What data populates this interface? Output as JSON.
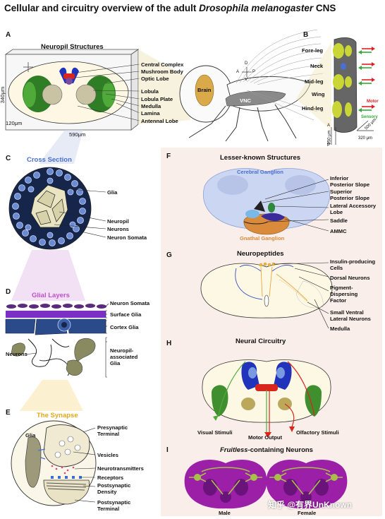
{
  "title_pre": "Cellular and circuitry overview of the adult ",
  "title_species": "Drosophila melanogaster",
  "title_post": " CNS",
  "panels": {
    "A": {
      "letter": "A",
      "heading": "Neuropil Structures",
      "labels": [
        "Central Complex",
        "Mushroom Body",
        "Optic Lobe",
        "Lobula",
        "Lobula Plate",
        "Medulla",
        "Lamina",
        "Antennal Lobe"
      ],
      "dim_height": "340μm",
      "dim_width": "590μm",
      "dim_depth": "120μm",
      "body_labels": {
        "brain": "Brain",
        "vnc": "VNC"
      },
      "axis": {
        "d": "D",
        "v": "V",
        "a": "A",
        "p": "P"
      }
    },
    "B": {
      "letter": "B",
      "labels": [
        "Fore-leg",
        "Neck",
        "Mid-leg",
        "Wing",
        "Hind-leg"
      ],
      "legend": {
        "motor": "Motor",
        "sensory": "Sensory"
      },
      "dims": [
        "950 μm",
        "500 μm",
        "320 μm"
      ],
      "axis": {
        "a": "A",
        "p": "P"
      }
    },
    "C": {
      "letter": "C",
      "heading": "Cross Section",
      "labels": [
        "Glia",
        "Neuropil",
        "Neurons",
        "Neuron Somata"
      ]
    },
    "D": {
      "letter": "D",
      "heading": "Glial Layers",
      "labels": [
        "Neuron Somata",
        "Surface Glia",
        "Cortex Glia",
        "Neurons",
        "Neuropil-associated Glia"
      ]
    },
    "E": {
      "letter": "E",
      "heading": "The Synapse",
      "glia": "Glia",
      "labels": [
        "Presynaptic Terminal",
        "Vesicles",
        "Neurotransmitters",
        "Receptors",
        "Postsynaptic Density",
        "Postsynaptic Terminal"
      ]
    },
    "F": {
      "letter": "F",
      "heading": "Lesser-known Structures",
      "cerebral": "Cerebral Ganglion",
      "gnathal": "Gnathal Ganglion",
      "labels": [
        "Inferior Posterior Slope",
        "Superior Posterior Slope",
        "Lateral Accessory Lobe",
        "Saddle",
        "AMMC"
      ]
    },
    "G": {
      "letter": "G",
      "heading": "Neuropeptides",
      "labels": [
        "Insulin-producing Cells",
        "Dorsal Neurons",
        "Pigment-Dispersing Factor",
        "Small Ventral Lateral Neurons",
        "Medulla"
      ]
    },
    "H": {
      "letter": "H",
      "heading": "Neural Circuitry",
      "labels": [
        "Visual Stimuli",
        "Motor Output",
        "Olfactory Stimuli"
      ]
    },
    "I": {
      "letter": "I",
      "heading_italic": "Fruitless",
      "heading_rest": "-containing Neurons",
      "labels": [
        "Male",
        "Female"
      ],
      "watermark": "知乎 @有界UnKnown"
    }
  },
  "colors": {
    "neuropil_green": "#3f8f2f",
    "mushroom_blue": "#2233bb",
    "central_red": "#d9261c",
    "brain_orange": "#d9a94a",
    "fruitless_purple": "#9b1fa7",
    "panel_bg": "#f9eee9"
  }
}
